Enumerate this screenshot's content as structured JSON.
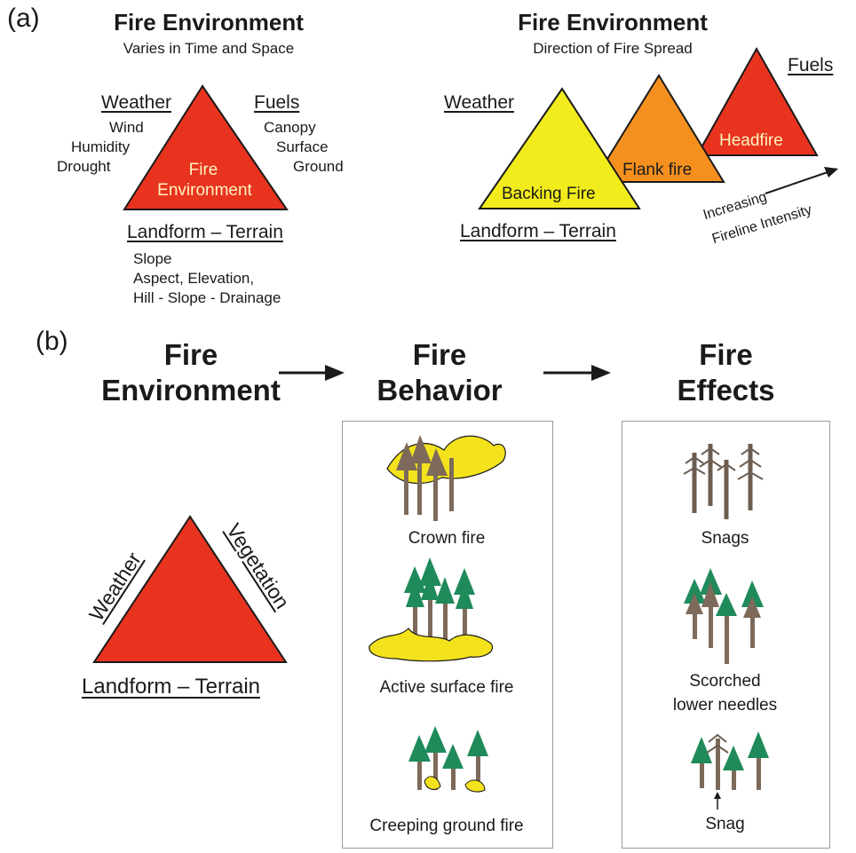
{
  "panel_a": {
    "label": "(a)",
    "left": {
      "title": "Fire Environment",
      "subtitle": "Varies in Time and Space",
      "weather_heading": "Weather",
      "weather_items": [
        "Wind",
        "Humidity",
        "Drought"
      ],
      "fuels_heading": "Fuels",
      "fuels_items": [
        "Canopy",
        "Surface",
        "Ground"
      ],
      "triangle_label_1": "Fire",
      "triangle_label_2": "Environment",
      "landform_heading": "Landform – Terrain",
      "landform_items": [
        "Slope",
        "Aspect, Elevation,",
        "Hill - Slope - Drainage"
      ]
    },
    "right": {
      "title": "Fire Environment",
      "subtitle": "Direction of Fire Spread",
      "weather_heading": "Weather",
      "fuels_heading": "Fuels",
      "landform_heading": "Landform – Terrain",
      "backing": "Backing Fire",
      "flank": "Flank fire",
      "head": "Headfire",
      "intensity_1": "Increasing",
      "intensity_2": "Fireline Intensity"
    }
  },
  "panel_b": {
    "label": "(b)",
    "col1_title_1": "Fire",
    "col1_title_2": "Environment",
    "col2_title_1": "Fire",
    "col2_title_2": "Behavior",
    "col3_title_1": "Fire",
    "col3_title_2": "Effects",
    "weather": "Weather",
    "vegetation": "Vegetation",
    "landform": "Landform – Terrain",
    "behavior": [
      "Crown fire",
      "Active surface fire",
      "Creeping ground fire"
    ],
    "effects": [
      "Snags",
      "Scorched",
      "lower needles",
      "Snag"
    ]
  },
  "colors": {
    "red": "#e8331e",
    "orange": "#f5901e",
    "yellow": "#f2ec1c",
    "tree_green": "#1f8a5a",
    "trunk": "#7d6a5a",
    "flame": "#f4e21c"
  }
}
